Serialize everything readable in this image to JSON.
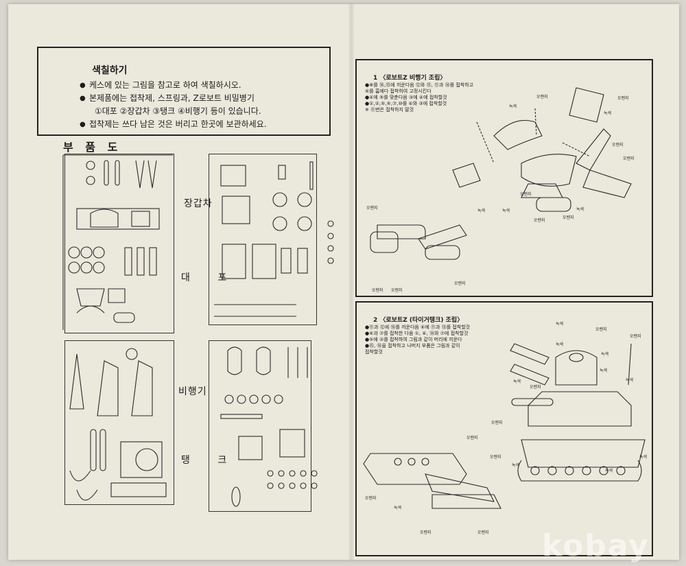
{
  "color_instructions": {
    "title": "색칠하기",
    "lines": [
      {
        "bullet": true,
        "text": "케스에 있는 그림을 참고로 하여 색칠하시오."
      },
      {
        "bullet": true,
        "text": "본제품에는 접착제,  스프링과,  Z로보트 비밀병기"
      },
      {
        "bullet": false,
        "text": "①대포 ②장갑차 ③탱크 ④비행기 등이 있습니다."
      },
      {
        "bullet": true,
        "text": "접착제는 쓰다 남은 것은 버리고 한곳에 보관하세요."
      }
    ]
  },
  "parts": {
    "title": "부 품 도",
    "labels": {
      "armored_car": "장갑차",
      "cannon": "대 포",
      "airplane": "비행기",
      "tank": "탱 크"
    }
  },
  "assembly_1": {
    "title": "1 〈로보트Z 비행기 조립〉",
    "steps": [
      "●⑧를 ⑭,⑮에 끼운다음 ⑫와 ⑮, ⑪과 ⑭를 접착하고",
      "  ⑥를 홈에다 접착하여 고정시킨다",
      "●④에 ⑨를 맞춘다음 ③에 ④에 접착할것",
      "●①,②,⑤,⑥,⑦,⑩를 ④와 ③에 접착할것",
      "※ ⑪번은 접착하지 말것"
    ],
    "callouts": [
      "오렌지",
      "녹색",
      "오렌지",
      "녹색",
      "오렌지",
      "오렌지",
      "녹색",
      "녹색",
      "오렌지",
      "녹색",
      "오렌지",
      "오렌지",
      "오렌지",
      "오렌지",
      "오렌지",
      "오렌지"
    ]
  },
  "assembly_2": {
    "title": "2 〈로보트Z (타이거탱크) 조립〉",
    "steps": [
      "●⑪과 ⑫에 ⑯를 끼운다음 ⑥에 ⑪과 ⑬를 접착할것",
      "●⑥과 ⑦를 접착한 다음 ①, ④, ⑭와 ⑦에 접착할것",
      "●⑤에 ②를 접착하여 그림과 같이 머리에 끼운다",
      "●⑮, ⑯을 접착하고 나머지 부품은 그림과 같이",
      "  접착할것"
    ],
    "callouts": [
      "녹색",
      "오렌지",
      "녹색",
      "오렌지",
      "녹색",
      "녹색",
      "오렌지",
      "녹색",
      "녹색",
      "오렌지",
      "오렌지",
      "오렌지",
      "녹색",
      "녹색",
      "오렌지",
      "녹색",
      "오렌지",
      "오렌지",
      "녹색"
    ]
  },
  "watermark": "kobay"
}
